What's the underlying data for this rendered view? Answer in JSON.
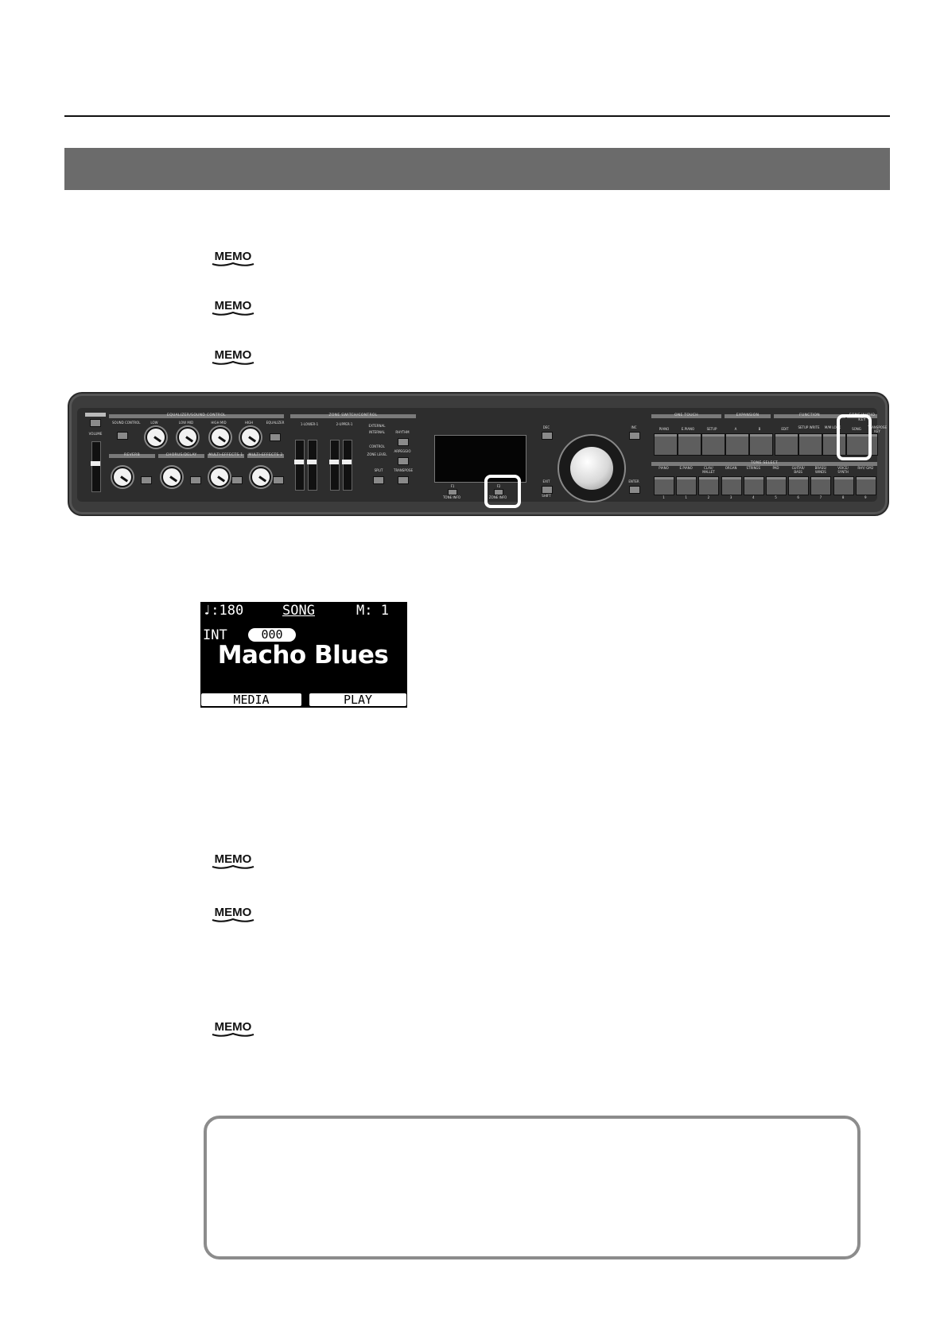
{
  "memo": {
    "label": "MEMO"
  },
  "panel": {
    "left_brand": "",
    "volume": "VOLUME",
    "sections": {
      "equalizer": "EQUALIZER/SOUND CONTROL",
      "zone": "ZONE SWITCH/CONTROL",
      "one_touch": "ONE TOUCH",
      "expansion": "EXPANSION",
      "function": "FUNCTION",
      "song_audio": "SONG/AUDIO KEY",
      "tone_select": "TONE SELECT",
      "reverb": "REVERB",
      "chorus": "CHORUS/DELAY",
      "mfx1": "MULTI-EFFECTS 1",
      "mfx2": "MULTI-EFFECTS 2"
    },
    "eq_labels": [
      "SOUND CONTROL",
      "LOW",
      "LOW MID",
      "HIGH MID",
      "HIGH",
      "EQUALIZER"
    ],
    "zone_labels": [
      "1-LOWER-1",
      "2-UPPER-1"
    ],
    "zone_opts": [
      "EXTERNAL",
      "INTERNAL",
      "CONTROL",
      "ZONE LEVEL",
      "RHYTHM",
      "ARPEGGIO",
      "SPLIT",
      "TRANSPOSE"
    ],
    "f1": "F1",
    "f1_sub": "TONE INFO",
    "f2": "F2",
    "f2_sub": "ZONE INFO",
    "dec": "DEC",
    "inc": "INC",
    "exit": "EXIT",
    "shift": "SHIFT",
    "enter": "ENTER",
    "one_touch_btns": [
      "PIANO",
      "E.PIANO",
      "SETUP"
    ],
    "expansion_btns": [
      "A",
      "B"
    ],
    "function_btns": [
      "EDIT",
      "SETUP WRITE",
      "M/M LOCK"
    ],
    "song_btns": [
      "SONG",
      "TRANSPOSE KEY"
    ],
    "tone_btns": [
      "PIANO",
      "E.PIANO",
      "CLAV/ MALLET",
      "ORGAN",
      "STRINGS",
      "PAD",
      "GUITAR/ BASS",
      "BRASS/ WINDS",
      "VOICE/ SYNTH",
      "RHY/ GM2"
    ],
    "tone_nums": [
      "1",
      "1",
      "2",
      "3",
      "4",
      "5",
      "6",
      "7",
      "8",
      "9"
    ]
  },
  "screen": {
    "tempo": "♩:180",
    "mode": "SONG",
    "measure": "M:  1",
    "source": "INT",
    "number": "000",
    "song_name": "Macho Blues",
    "btn_left": "MEDIA",
    "btn_right": "PLAY"
  }
}
